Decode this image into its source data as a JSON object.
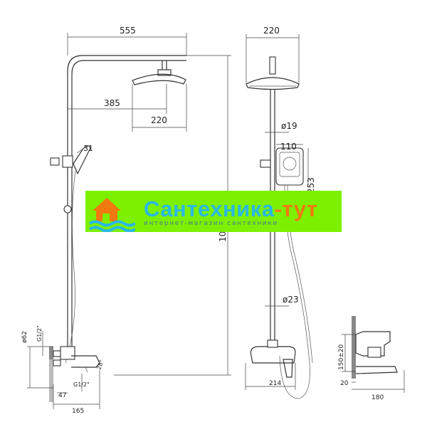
{
  "dimensions": {
    "left_width": "555",
    "head_to_arm": "385",
    "head_diameter_left": "220",
    "hand_angle": "31",
    "height_total": "1090-1680",
    "pipe_diameter": "ø62",
    "thread_top": "G1/2\"",
    "thread_bottom": "G1/2\"",
    "spout_angle": "28°",
    "offset_47": "47",
    "depth_165": "165",
    "head_width_right": "220",
    "rail_diameter": "ø19",
    "hand_width": "110",
    "hand_height": "253",
    "hose_diameter": "ø23",
    "mixer_width": "214",
    "detail_height": "150±20",
    "detail_offset": "20",
    "detail_depth": "180"
  },
  "watermark": {
    "brand_part1": "Сантехника",
    "brand_part2": "-тут",
    "tagline": "интернет-магазин сантехники",
    "colors": {
      "background": "#7cf000",
      "primary": "#2ab8e6",
      "accent": "#f07a10"
    }
  }
}
